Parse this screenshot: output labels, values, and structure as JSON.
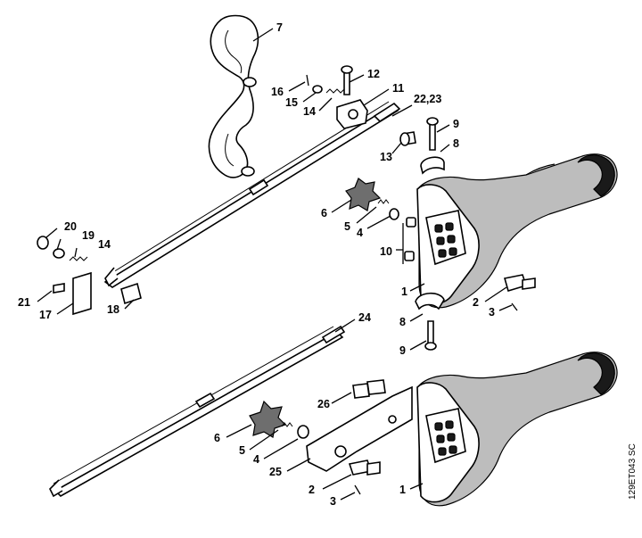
{
  "diagram": {
    "reference_code": "129ET043 SC",
    "callouts": [
      {
        "id": "c7",
        "label": "7"
      },
      {
        "id": "c16",
        "label": "16"
      },
      {
        "id": "c12",
        "label": "12"
      },
      {
        "id": "c15",
        "label": "15"
      },
      {
        "id": "c11",
        "label": "11"
      },
      {
        "id": "c14a",
        "label": "14"
      },
      {
        "id": "c2223",
        "label": "22,23"
      },
      {
        "id": "c9a",
        "label": "9"
      },
      {
        "id": "c8a",
        "label": "8"
      },
      {
        "id": "c13",
        "label": "13"
      },
      {
        "id": "c6a",
        "label": "6"
      },
      {
        "id": "c5a",
        "label": "5"
      },
      {
        "id": "c4a",
        "label": "4"
      },
      {
        "id": "c10",
        "label": "10"
      },
      {
        "id": "c20",
        "label": "20"
      },
      {
        "id": "c19",
        "label": "19"
      },
      {
        "id": "c14b",
        "label": "14"
      },
      {
        "id": "c21",
        "label": "21"
      },
      {
        "id": "c17",
        "label": "17"
      },
      {
        "id": "c18",
        "label": "18"
      },
      {
        "id": "c1a",
        "label": "1"
      },
      {
        "id": "c2a",
        "label": "2"
      },
      {
        "id": "c3a",
        "label": "3"
      },
      {
        "id": "c8b",
        "label": "8"
      },
      {
        "id": "c9b",
        "label": "9"
      },
      {
        "id": "c24",
        "label": "24"
      },
      {
        "id": "c26",
        "label": "26"
      },
      {
        "id": "c6b",
        "label": "6"
      },
      {
        "id": "c5b",
        "label": "5"
      },
      {
        "id": "c4b",
        "label": "4"
      },
      {
        "id": "c25",
        "label": "25"
      },
      {
        "id": "c2b",
        "label": "2"
      },
      {
        "id": "c3b",
        "label": "3"
      },
      {
        "id": "c1b",
        "label": "1"
      }
    ]
  }
}
